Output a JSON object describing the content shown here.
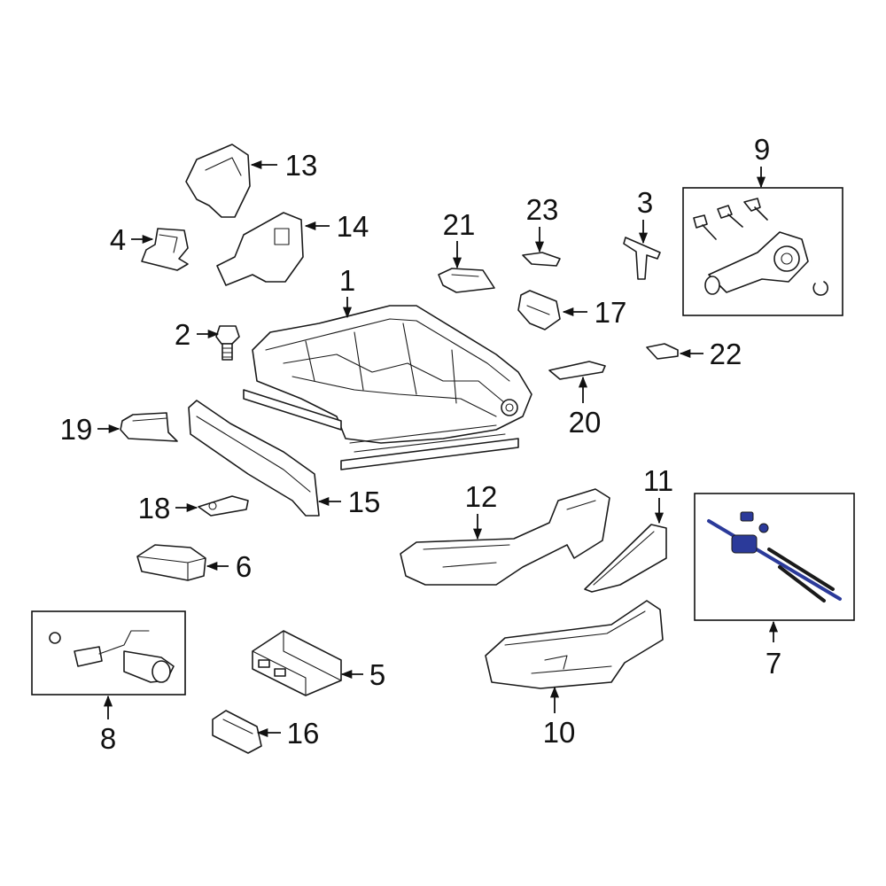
{
  "callouts": {
    "c1": "1",
    "c2": "2",
    "c3": "3",
    "c4": "4",
    "c5": "5",
    "c6": "6",
    "c7": "7",
    "c8": "8",
    "c9": "9",
    "c10": "10",
    "c11": "11",
    "c12": "12",
    "c13": "13",
    "c14": "14",
    "c15": "15",
    "c16": "16",
    "c17": "17",
    "c18": "18",
    "c19": "19",
    "c20": "20",
    "c21": "21",
    "c22": "22",
    "c23": "23"
  },
  "colors": {
    "line": "#1a1a1a",
    "highlight": "#2b3a9a"
  }
}
